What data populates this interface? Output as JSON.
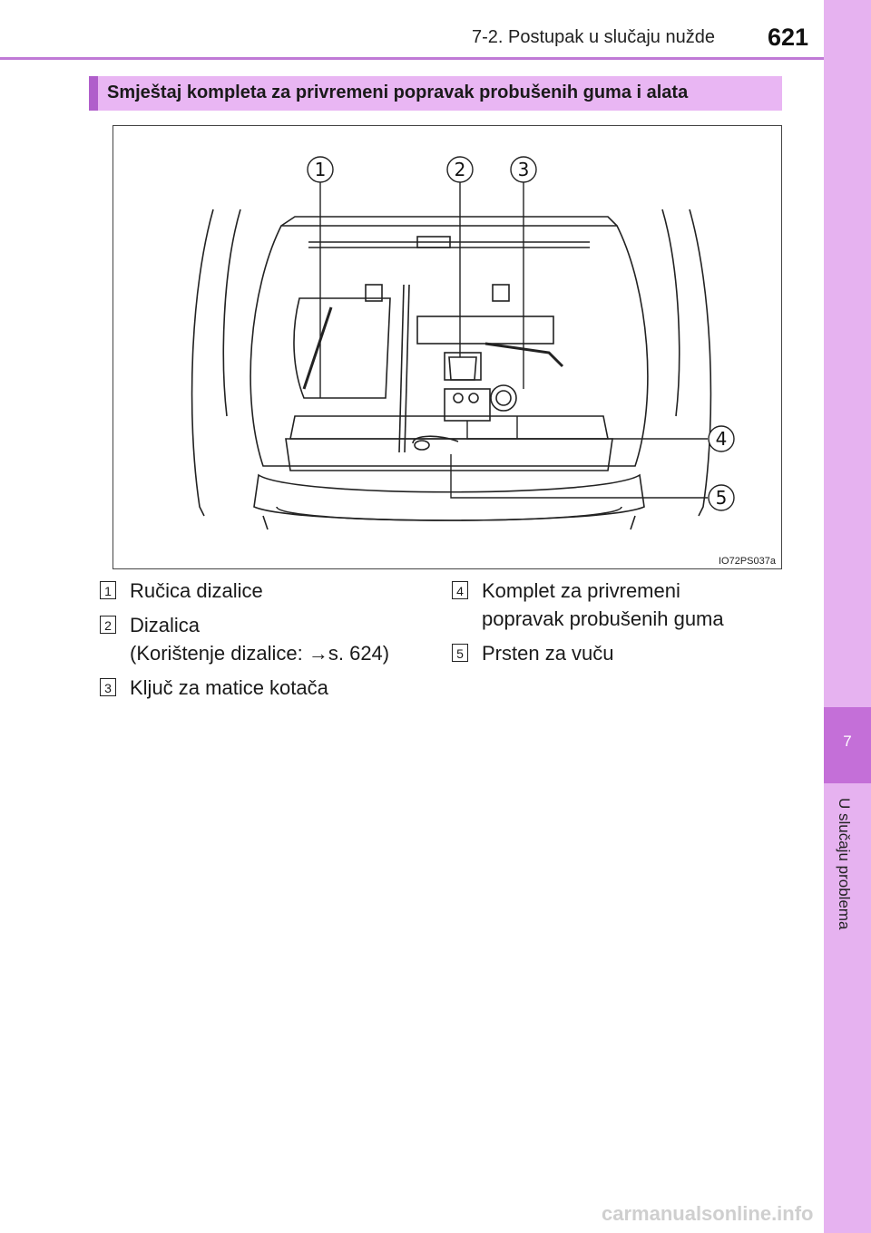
{
  "header": {
    "section": "7-2. Postupak u slučaju nužde",
    "page_number": "621"
  },
  "side_tab": {
    "chapter_number": "7",
    "chapter_title": "U slučaju problema"
  },
  "heading": "Smještaj kompleta za privremeni popravak probušenih guma i alata",
  "figure": {
    "id": "IO72PS037a",
    "callouts": [
      "1",
      "2",
      "3",
      "4",
      "5"
    ]
  },
  "legend": [
    {
      "num": "1",
      "line1": "Ručica dizalice",
      "line2": ""
    },
    {
      "num": "2",
      "line1": "Dizalica",
      "line2": "(Korištenje dizalice: →s. 624)"
    },
    {
      "num": "3",
      "line1": "Ključ za matice kotača",
      "line2": ""
    },
    {
      "num": "4",
      "line1": "Komplet za privremeni",
      "line2": "popravak probušenih guma"
    },
    {
      "num": "5",
      "line1": "Prsten za vuču",
      "line2": ""
    }
  ],
  "watermark": "carmanualsonline.info"
}
